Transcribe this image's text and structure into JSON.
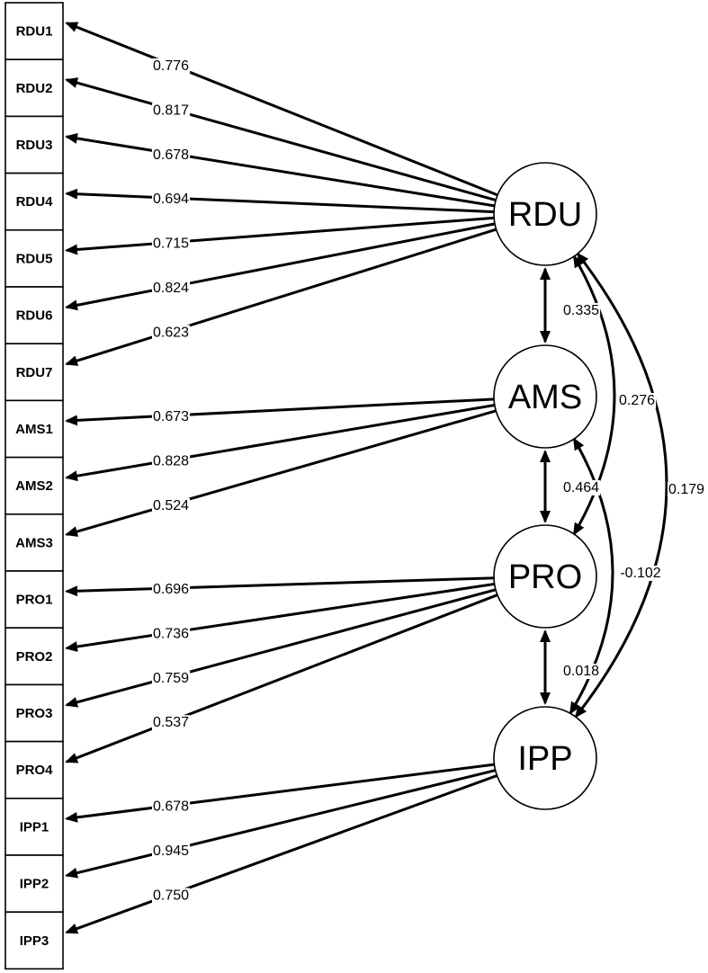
{
  "indicators": [
    "RDU1",
    "RDU2",
    "RDU3",
    "RDU4",
    "RDU5",
    "RDU6",
    "RDU7",
    "AMS1",
    "AMS2",
    "AMS3",
    "PRO1",
    "PRO2",
    "PRO3",
    "PRO4",
    "IPP1",
    "IPP2",
    "IPP3"
  ],
  "factors": [
    "RDU",
    "AMS",
    "PRO",
    "IPP"
  ],
  "loadings": [
    {
      "factor": "RDU",
      "indicator": "RDU1",
      "value": "0.776"
    },
    {
      "factor": "RDU",
      "indicator": "RDU2",
      "value": "0.817"
    },
    {
      "factor": "RDU",
      "indicator": "RDU3",
      "value": "0.678"
    },
    {
      "factor": "RDU",
      "indicator": "RDU4",
      "value": "0.694"
    },
    {
      "factor": "RDU",
      "indicator": "RDU5",
      "value": "0.715"
    },
    {
      "factor": "RDU",
      "indicator": "RDU6",
      "value": "0.824"
    },
    {
      "factor": "RDU",
      "indicator": "RDU7",
      "value": "0.623"
    },
    {
      "factor": "AMS",
      "indicator": "AMS1",
      "value": "0.673"
    },
    {
      "factor": "AMS",
      "indicator": "AMS2",
      "value": "0.828"
    },
    {
      "factor": "AMS",
      "indicator": "AMS3",
      "value": "0.524"
    },
    {
      "factor": "PRO",
      "indicator": "PRO1",
      "value": "0.696"
    },
    {
      "factor": "PRO",
      "indicator": "PRO2",
      "value": "0.736"
    },
    {
      "factor": "PRO",
      "indicator": "PRO3",
      "value": "0.759"
    },
    {
      "factor": "PRO",
      "indicator": "PRO4",
      "value": "0.537"
    },
    {
      "factor": "IPP",
      "indicator": "IPP1",
      "value": "0.678"
    },
    {
      "factor": "IPP",
      "indicator": "IPP2",
      "value": "0.945"
    },
    {
      "factor": "IPP",
      "indicator": "IPP3",
      "value": "0.750"
    }
  ],
  "correlations": [
    {
      "from": "RDU",
      "to": "AMS",
      "value": "0.335"
    },
    {
      "from": "AMS",
      "to": "PRO",
      "value": "0.464"
    },
    {
      "from": "PRO",
      "to": "IPP",
      "value": "0.018"
    },
    {
      "from": "RDU",
      "to": "PRO",
      "value": "0.276"
    },
    {
      "from": "AMS",
      "to": "IPP",
      "value": "-0.102"
    },
    {
      "from": "RDU",
      "to": "IPP",
      "value": "0.179"
    }
  ]
}
